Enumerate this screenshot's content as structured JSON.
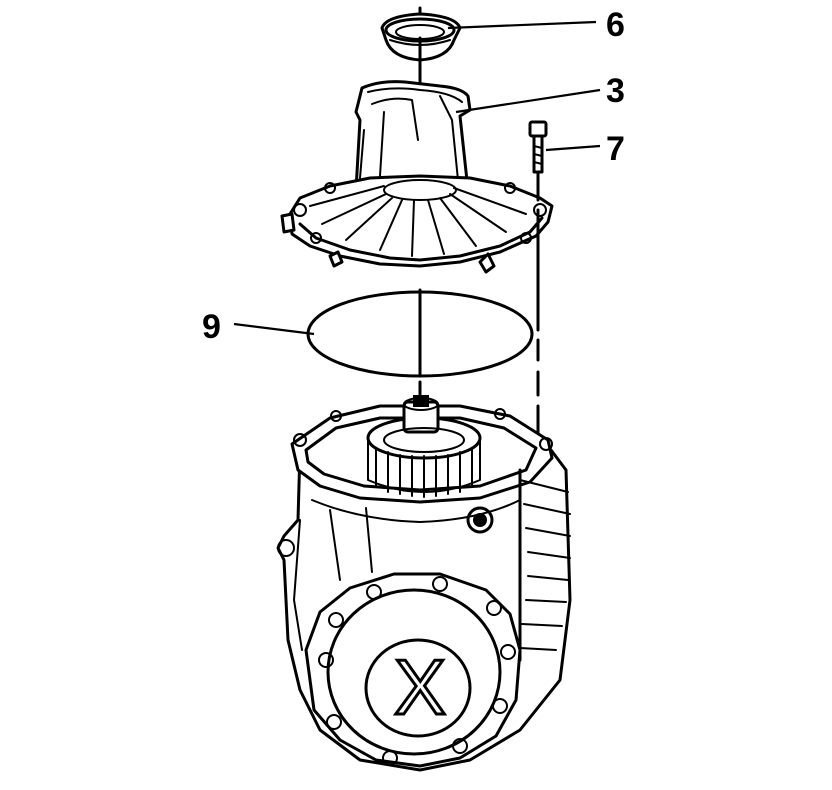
{
  "callouts": {
    "c6": "6",
    "c3": "3",
    "c7": "7",
    "c9": "9"
  },
  "cover_mark": "X",
  "colors": {
    "ink": "#000000",
    "paper": "#ffffff"
  }
}
